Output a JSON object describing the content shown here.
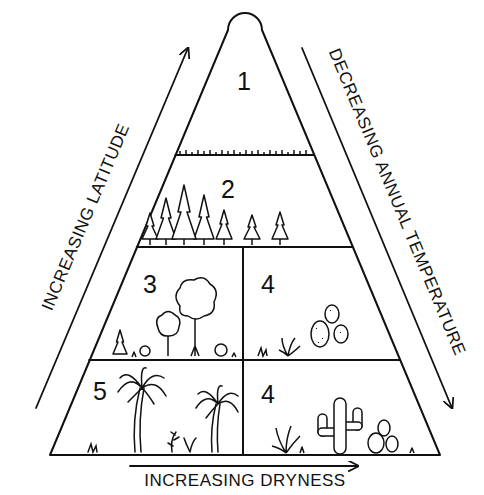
{
  "diagram": {
    "nodes": [
      {
        "text": [
          "1"
        ]
      },
      {
        "text": [
          "2"
        ]
      },
      {
        "text": [
          "3"
        ]
      },
      {
        "text": [
          "4"
        ]
      },
      {
        "text": [
          "5"
        ]
      },
      {
        "text": [
          "4"
        ]
      }
    ],
    "labels": [
      "INCREASING LATITUDE",
      "DECREASING ANNUAL TEMPERATURE",
      "INCREASING DRYNESS"
    ]
  }
}
